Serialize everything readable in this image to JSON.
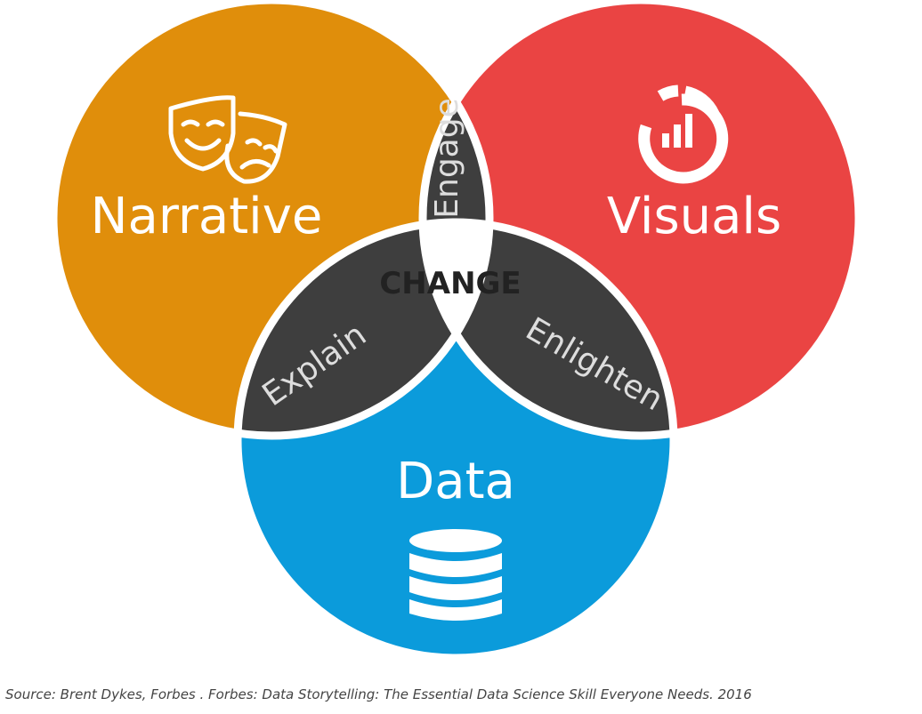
{
  "colors": {
    "narrative": "#E08E0B",
    "visuals": "#EA4443",
    "data": "#0B9BDB",
    "overlap": "#3E3E3E",
    "center": "#FFFFFF"
  },
  "circles": {
    "narrative": {
      "label": "Narrative",
      "icon": "theater-masks-icon"
    },
    "visuals": {
      "label": "Visuals",
      "icon": "chart-dashboard-icon"
    },
    "data": {
      "label": "Data",
      "icon": "database-icon"
    }
  },
  "overlaps": {
    "narrative_visuals": "Engage",
    "narrative_data": "Explain",
    "visuals_data": "Enlighten",
    "center": "CHANGE"
  },
  "caption": "Source: Brent Dykes, Forbes . Forbes: Data Storytelling: The Essential Data Science Skill Everyone Needs. 2016"
}
